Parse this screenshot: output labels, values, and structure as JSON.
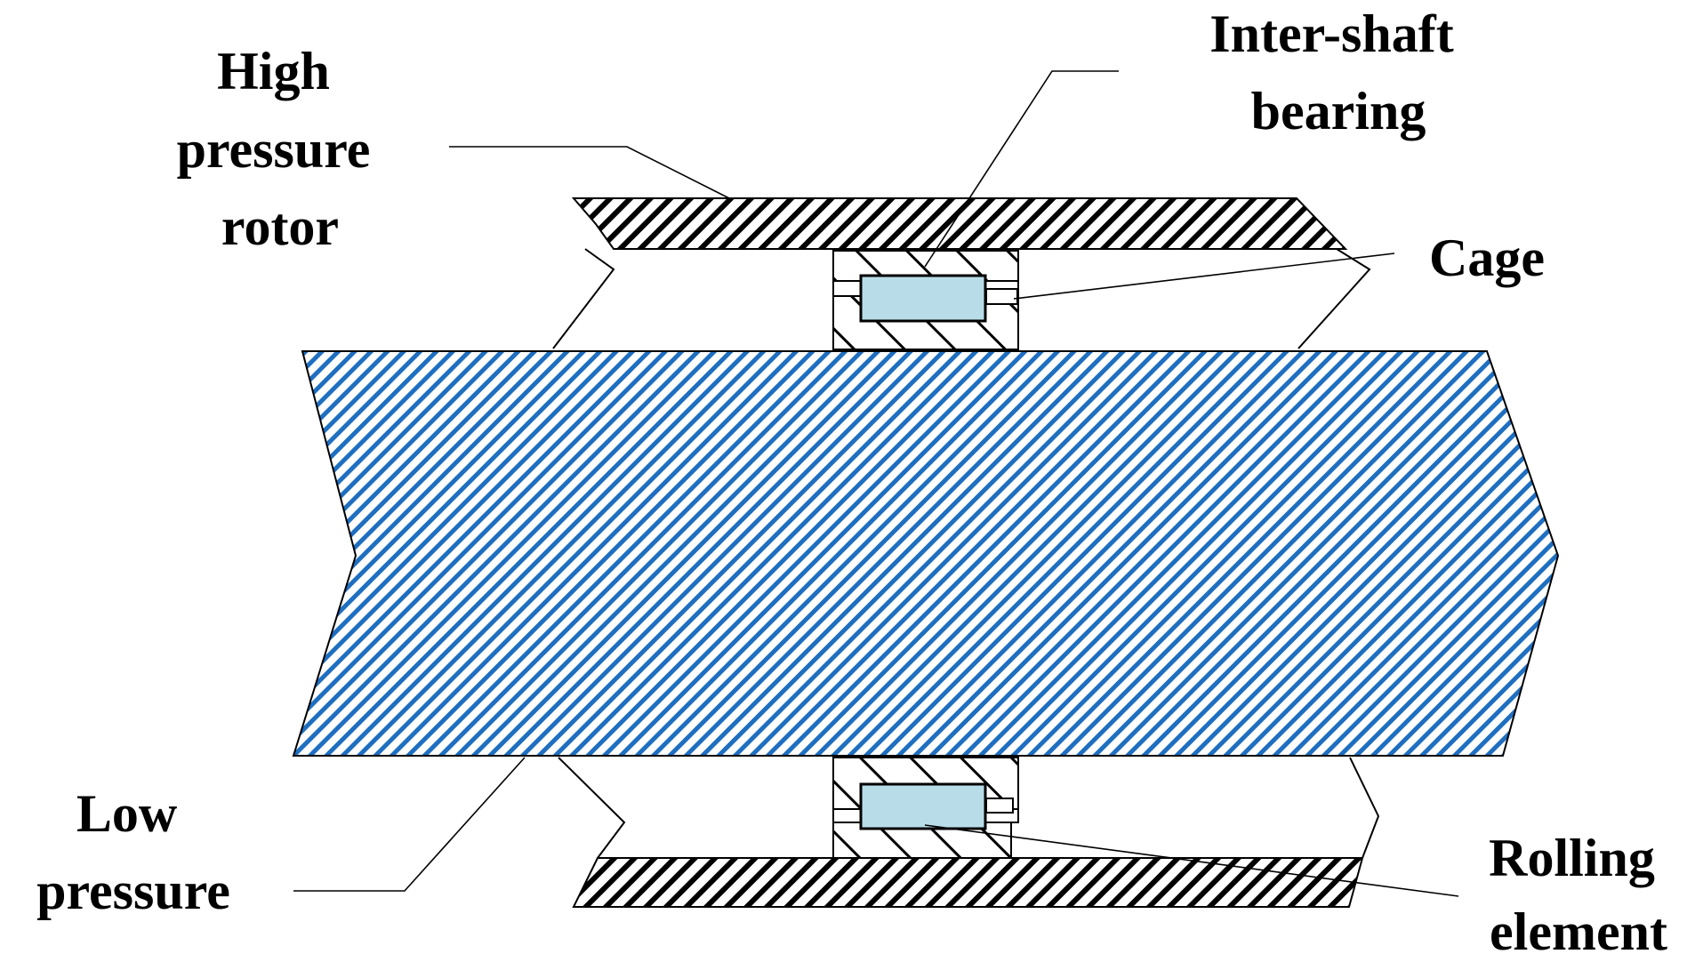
{
  "labels": {
    "high_pressure_rotor": [
      "High",
      "pressure",
      "rotor"
    ],
    "inter_shaft_bearing": [
      "Inter-shaft",
      "bearing"
    ],
    "cage": [
      "Cage"
    ],
    "low_pressure": [
      "Low",
      "pressure"
    ],
    "rolling_element": [
      "Rolling",
      "element"
    ]
  },
  "colors": {
    "shaft_hatch": "#1f6fc0",
    "rolling_element_fill": "#b8dde9",
    "outline": "#000000",
    "background": "#ffffff"
  }
}
